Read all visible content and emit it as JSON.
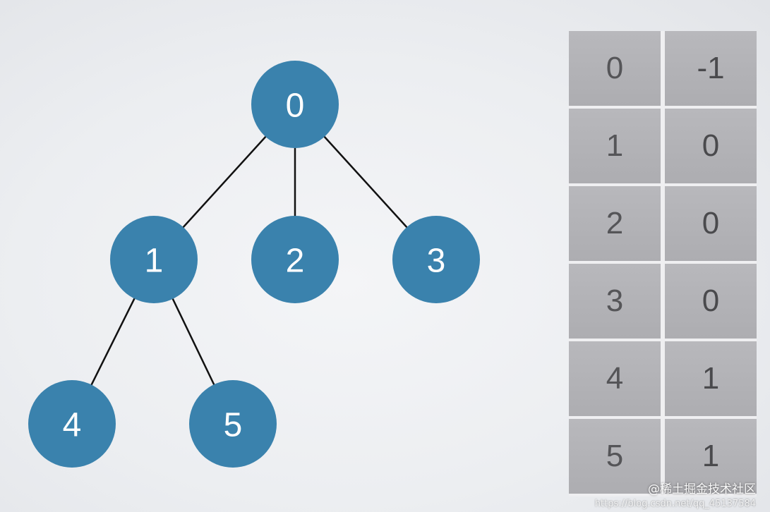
{
  "tree": {
    "nodes": [
      {
        "id": "0",
        "label": "0"
      },
      {
        "id": "1",
        "label": "1"
      },
      {
        "id": "2",
        "label": "2"
      },
      {
        "id": "3",
        "label": "3"
      },
      {
        "id": "4",
        "label": "4"
      },
      {
        "id": "5",
        "label": "5"
      }
    ],
    "edges": [
      {
        "from": "0",
        "to": "1"
      },
      {
        "from": "0",
        "to": "2"
      },
      {
        "from": "0",
        "to": "3"
      },
      {
        "from": "1",
        "to": "4"
      },
      {
        "from": "1",
        "to": "5"
      }
    ],
    "node_color": "#3a82ad"
  },
  "table": {
    "rows": [
      {
        "index": "0",
        "parent": "-1"
      },
      {
        "index": "1",
        "parent": "0"
      },
      {
        "index": "2",
        "parent": "0"
      },
      {
        "index": "3",
        "parent": "0"
      },
      {
        "index": "4",
        "parent": "1"
      },
      {
        "index": "5",
        "parent": "1"
      }
    ],
    "cell_color": "#b3b3b7"
  },
  "watermark": {
    "text": "@稀土掘金技术社区",
    "url": "https://blog.csdn.net/qq_45137584"
  }
}
